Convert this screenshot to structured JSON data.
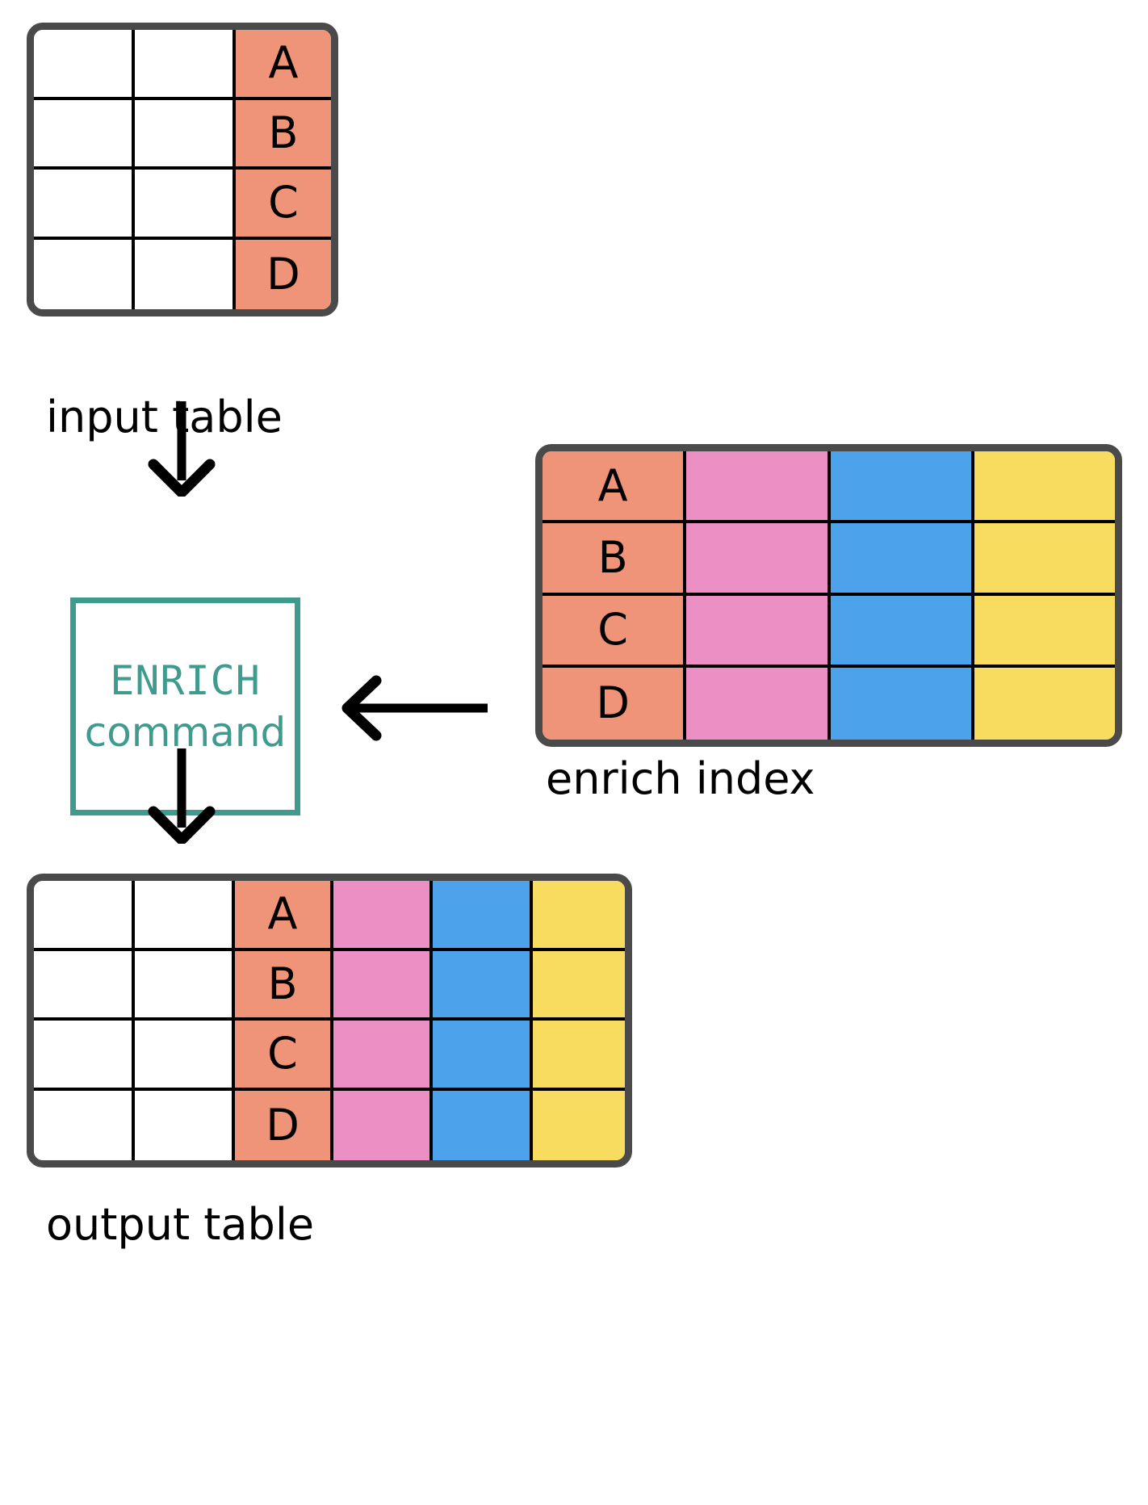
{
  "diagram": {
    "title": "ENRICH command data flow",
    "colors": {
      "salmon": "#ef9478",
      "pink": "#ec8fc4",
      "blue": "#4da2ec",
      "yellow": "#f7dc5f",
      "white": "#ffffff",
      "table_border": "#4a4a4a",
      "cell_line": "#000000",
      "teal": "#3f9b8e",
      "arrow": "#000000",
      "text": "#000000"
    },
    "input_table": {
      "caption": "input table",
      "columns": [
        {
          "name": "col-1",
          "fill": "#ffffff"
        },
        {
          "name": "col-2",
          "fill": "#ffffff"
        },
        {
          "name": "key-col",
          "fill": "#ef9478"
        }
      ],
      "rows": [
        [
          "",
          "",
          "A"
        ],
        [
          "",
          "",
          "B"
        ],
        [
          "",
          "",
          "C"
        ],
        [
          "",
          "",
          "D"
        ]
      ]
    },
    "command_box": {
      "line1": "ENRICH",
      "line2": "command"
    },
    "enrich_index": {
      "caption": "enrich index",
      "columns": [
        {
          "name": "key-col",
          "fill": "#ef9478"
        },
        {
          "name": "enrich-col-1",
          "fill": "#ec8fc4"
        },
        {
          "name": "enrich-col-2",
          "fill": "#4da2ec"
        },
        {
          "name": "enrich-col-3",
          "fill": "#f7dc5f"
        }
      ],
      "rows": [
        [
          "A",
          "",
          "",
          ""
        ],
        [
          "B",
          "",
          "",
          ""
        ],
        [
          "C",
          "",
          "",
          ""
        ],
        [
          "D",
          "",
          "",
          ""
        ]
      ]
    },
    "output_table": {
      "caption": "output table",
      "columns": [
        {
          "name": "col-1",
          "fill": "#ffffff"
        },
        {
          "name": "col-2",
          "fill": "#ffffff"
        },
        {
          "name": "key-col",
          "fill": "#ef9478"
        },
        {
          "name": "enrich-col-1",
          "fill": "#ec8fc4"
        },
        {
          "name": "enrich-col-2",
          "fill": "#4da2ec"
        },
        {
          "name": "enrich-col-3",
          "fill": "#f7dc5f"
        }
      ],
      "rows": [
        [
          "",
          "",
          "A",
          "",
          "",
          ""
        ],
        [
          "",
          "",
          "B",
          "",
          "",
          ""
        ],
        [
          "",
          "",
          "C",
          "",
          "",
          ""
        ],
        [
          "",
          "",
          "D",
          "",
          "",
          ""
        ]
      ]
    },
    "arrows": [
      {
        "name": "arrow-input-to-command",
        "direction": "down"
      },
      {
        "name": "arrow-index-to-command",
        "direction": "left"
      },
      {
        "name": "arrow-command-to-output",
        "direction": "down"
      }
    ]
  }
}
